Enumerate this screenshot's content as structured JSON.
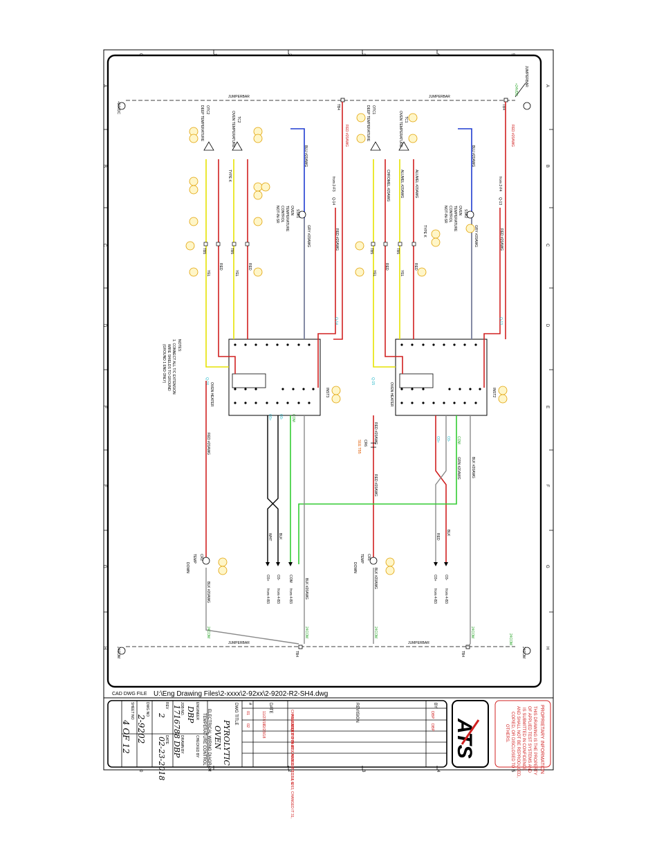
{
  "file_bar": {
    "label": "CAD DWG FILE",
    "path": "U:\\Eng Drawing Files\\2-xxxx\\2-92xx\\2-9202-R2-SH4.dwg"
  },
  "title_block": {
    "dwg_title_label": "DWG TITLE",
    "title_line1": "PYROLYTIC",
    "title_line2": "OVEN",
    "subtitle_line1": "ELECTRICAL WIRING DIAGRAM",
    "subtitle_line2": "TEMPERATURE CONTROL",
    "engineer_label": "ENGINEER",
    "engineer": "DBP",
    "job_no_label": "JOB NO.",
    "job_no": "1716788",
    "checked_by_label": "CHECKED BY",
    "drawn_by_label": "DRAWN BY",
    "drawn_by": "DBP",
    "rev_label": "REV",
    "rev": "2",
    "date_label": "DATE",
    "date": "02-23-2018",
    "dwg_no_label": "DWG NO",
    "dwg_no": "2-9202",
    "sheet_no_label": "SHEET NO",
    "sheet_no": "4 OF 12"
  },
  "revision_table": {
    "headers": [
      "#",
      "DATE",
      "REVISION",
      "BY"
    ],
    "rows": [
      {
        "num": "01",
        "date": "11/27/17",
        "text1": "CHANGED QTY IT 28 & 29, ADDED IT 51, 62, & 63, CHANGED IT 31,",
        "text2": "REMOVED IT 34 & 35",
        "by": "DBP"
      },
      {
        "num": "02",
        "date": "02/23/18",
        "text1": "ADDED IT 64-67, CHANGED IT 31 & 62",
        "text2": "",
        "by": "DBP"
      }
    ]
  },
  "logo": {
    "text": "ATS"
  },
  "proprietary": {
    "title": "PROPRIETARY INFORMATION",
    "l1": "THIS DRAWING IS THE PROPERTY",
    "l2": "OF APPLIED TEST SYSTEMS AND",
    "l3": "IS SUBMITTED IN CONFIDENCE",
    "l4": "AND SHALL NOT BE REPRODUCED,",
    "l5": "COPIED, OR DISCLOSED TO",
    "l6": "OTHERS."
  },
  "grid": {
    "cols": [
      "0",
      "1",
      "2",
      "3",
      "4",
      "5"
    ],
    "rows": [
      "A",
      "B",
      "C",
      "D",
      "E",
      "F",
      "G",
      "H"
    ]
  },
  "schematic": {
    "jumperbar": "JUMPERBAR",
    "tb4": "TB4",
    "tb5": "TB5",
    "plus24": "+24VDC",
    "com24": "24COM",
    "otc2": "OTC2",
    "otc1": "OTC1",
    "tc1": "TC1",
    "tc2": "TC2",
    "deep_temp": "DEEP TEMPERATURE",
    "oven_temp": "OVEN TEMPERATURE",
    "type_k": "TYPE K",
    "ssr1": "SSR1",
    "ssr2": "SSR2",
    "oven_heater": "OVEN HEATER",
    "inst2": "INST2",
    "inst3": "INST3",
    "cr1": "CR1",
    "cr2": "CR2",
    "cr6": "CR6",
    "from_2f4": "from 2-F4",
    "from_2f3": "from 2-F3",
    "from_4b3": "from 4-B3",
    "red_wire": "RED #20AWG",
    "blu_wire": "BLU #20AWG",
    "blk_wire": "BLK #20AWG",
    "grn_wire": "GRN #20AWG",
    "gry_wire": "GRY #20AWG",
    "alumel": "ALUMEL #20AWG",
    "chromel": "CHROMEL #20AWG",
    "notes_title": "NOTES:",
    "note1": "1. CONNECT ALL T/C EXTENSION",
    "note2": "WIRE SHIELDS TO GROUND",
    "note3": "(GROUND 1 END ONLY)",
    "ssr_note1": "OVEN",
    "ssr_note2": "TEMPERATURE",
    "ssr_note3": "CONTROL",
    "ssr_note4": "NOT-IN-SR",
    "cr_note1": "DOWN",
    "cr_note2": "TEMP",
    "down": "DOWN",
    "q15": "Q-15",
    "q14": "Q-14",
    "q13": "Q-13",
    "q16": "Q-16",
    "o3plus": "O3+",
    "o3minus": "O3-",
    "com": "COM",
    "red_label": "RED",
    "yel_label": "YEL",
    "crl": "CRL",
    "wht": "WHT",
    "blk": "BLK",
    "cr6_note": "SEE TB5"
  }
}
